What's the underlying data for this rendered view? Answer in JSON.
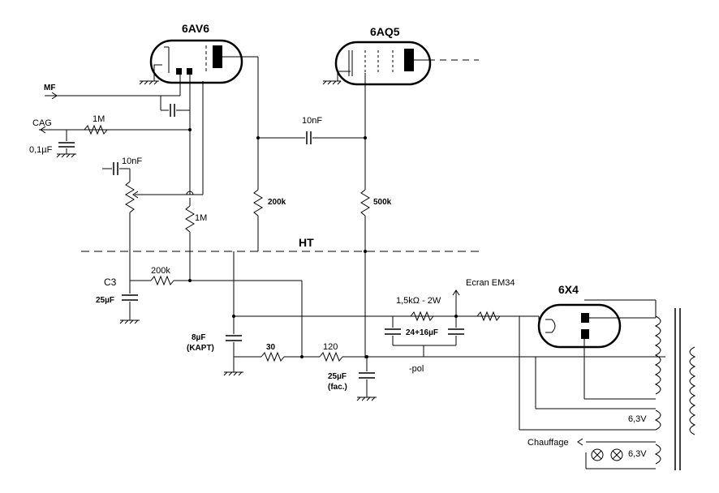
{
  "tubes": {
    "v1": "6AV6",
    "v2": "6AQ5",
    "rect": "6X4"
  },
  "signals": {
    "mf": "MF",
    "cag": "CAG",
    "ht": "HT",
    "ecran": "Ecran EM34",
    "pol": "-pol",
    "chauffage": "Chauffage"
  },
  "components": {
    "c_cag": "0,1µF",
    "r_cag": "1M",
    "c_in": "10nF",
    "r_grid": "1M",
    "c_coupling": "10nF",
    "r_plate1": "200k",
    "r_plate2": "500k",
    "c3_name": "C3",
    "c3": "25µF",
    "r_c3": "200k",
    "c_kapt": "8µF",
    "c_kapt2": "(KAPT)",
    "r_30": "30",
    "r_120": "120",
    "c_fac": "25µF",
    "c_fac2": "(fac.)",
    "r_15k": "1,5kΩ - 2W",
    "c_dual": "24+16µF",
    "v_63a": "6,3V",
    "v_63b": "6,3V"
  }
}
